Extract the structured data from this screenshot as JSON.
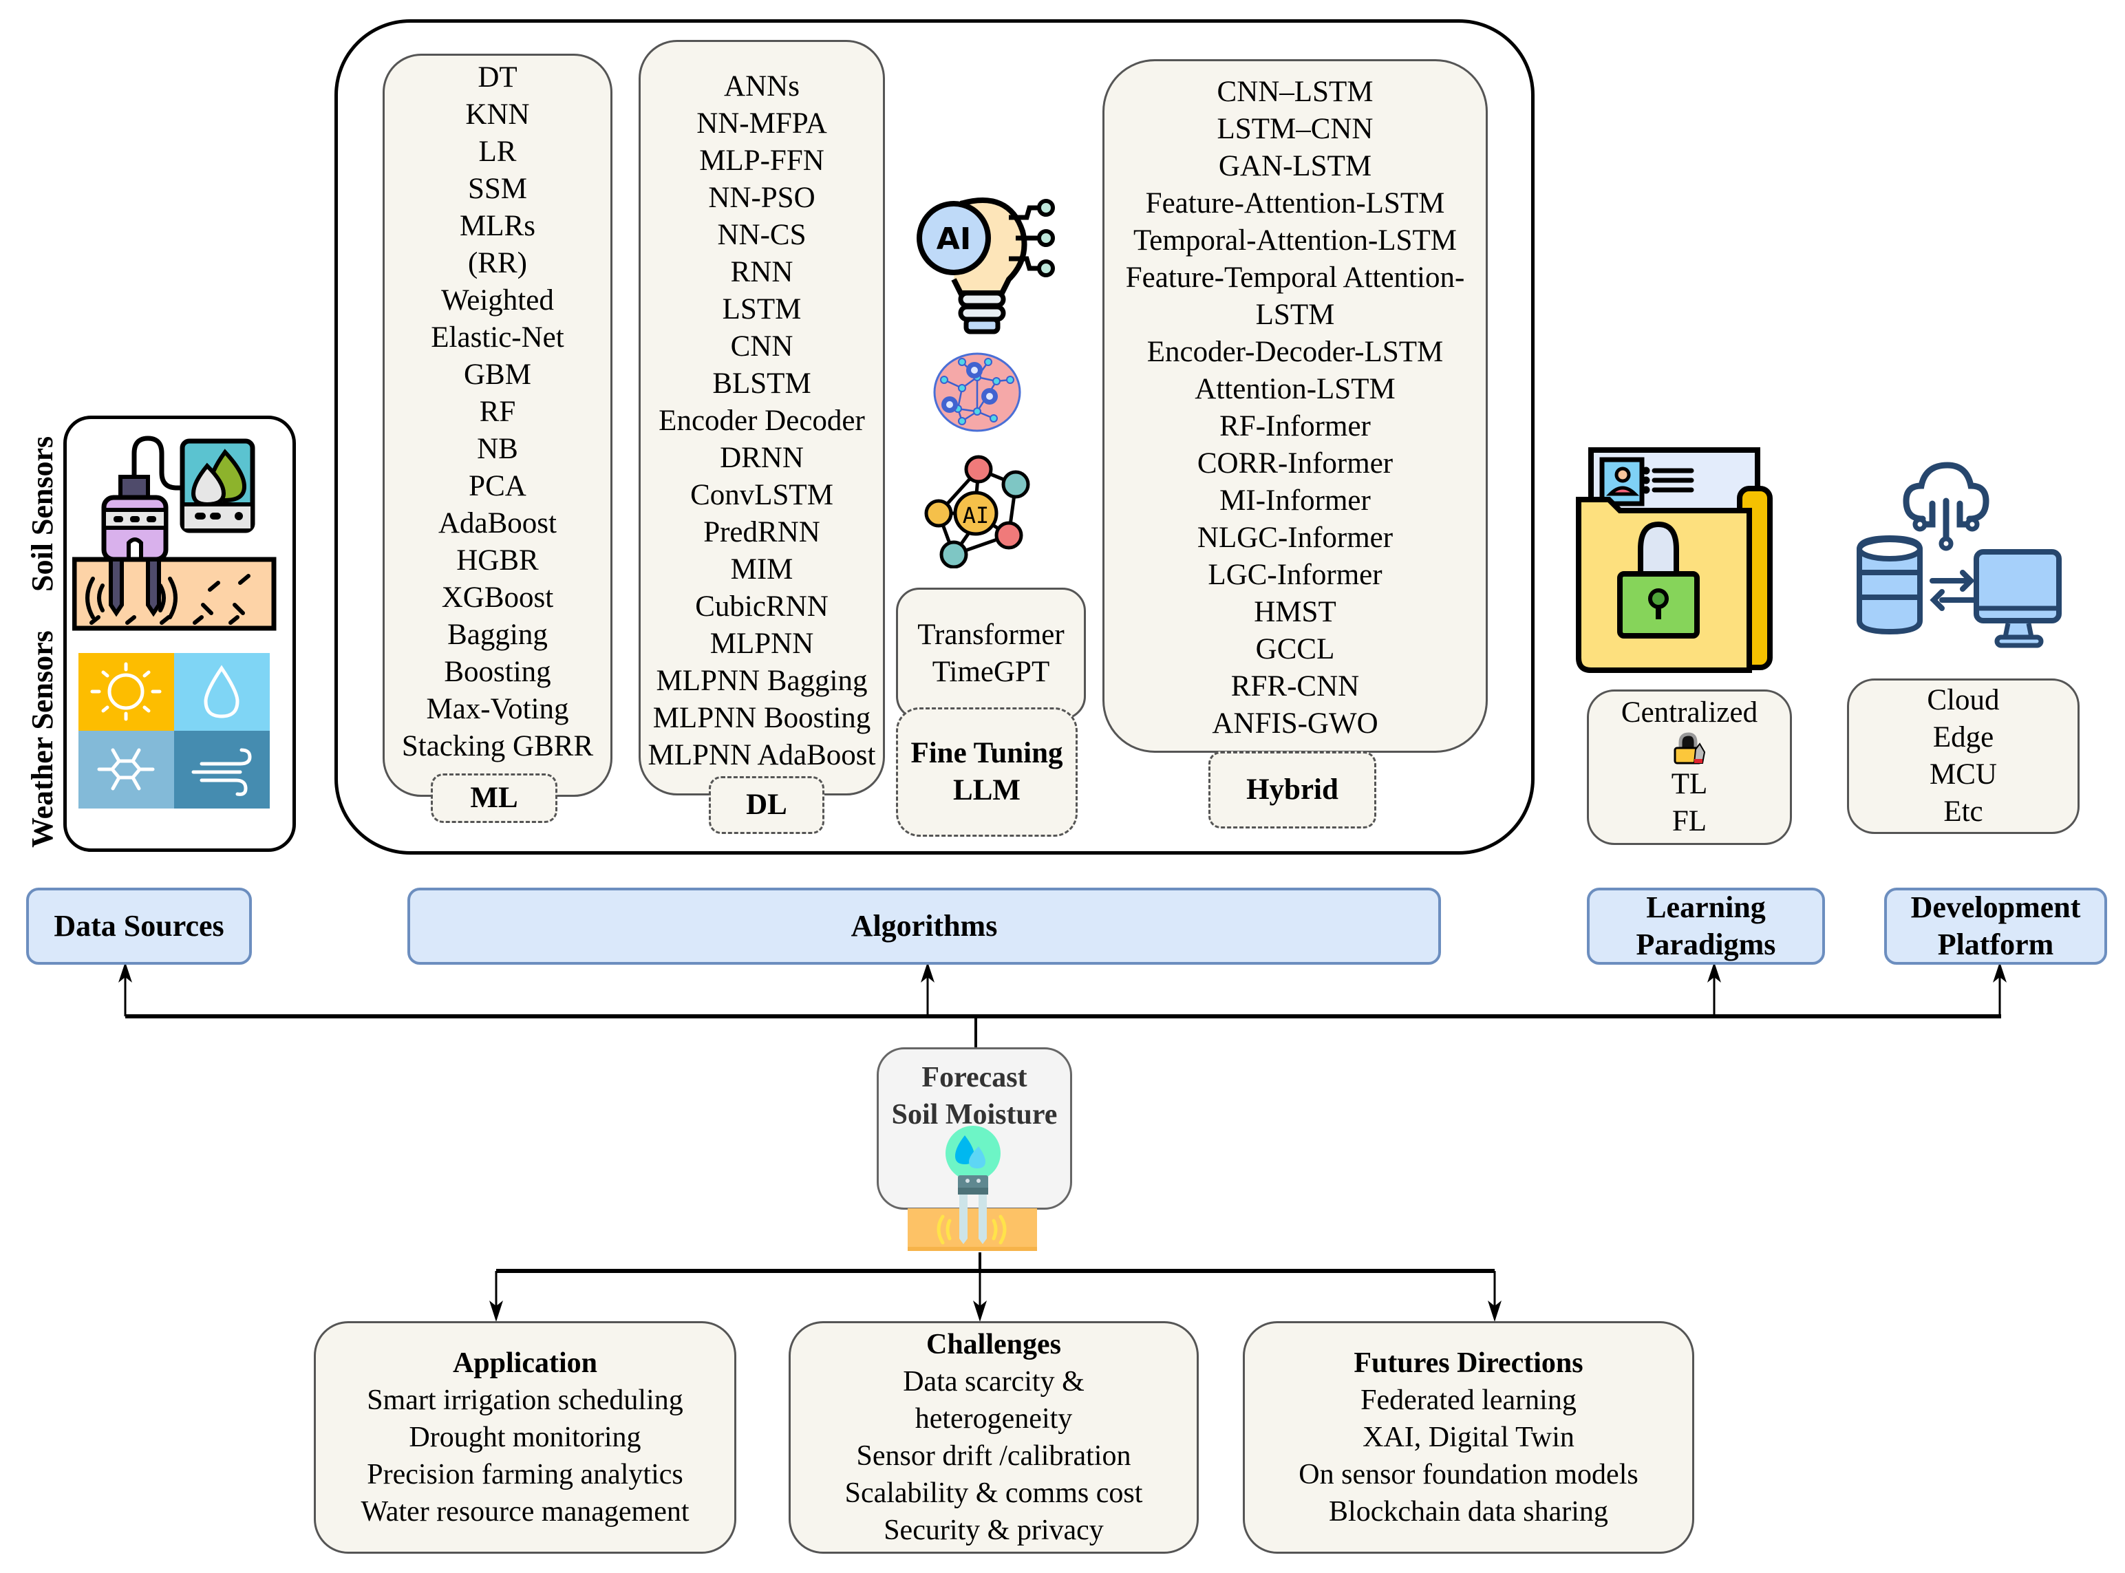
{
  "data_sources": {
    "label": "Data Sources",
    "soil_label": "Soil Sensors",
    "weather_label": "Weather Sensors",
    "weather_tile_colors": {
      "sun": "#fdbd00",
      "rain": "#7fd5f5",
      "snow": "#83bad8",
      "wind": "#458cb0"
    }
  },
  "algorithms": {
    "label": "Algorithms",
    "ml": {
      "tag": "ML",
      "items": [
        "DT",
        "KNN",
        "LR",
        "SSM",
        "MLRs",
        "(RR)",
        "Weighted",
        "Elastic-Net",
        "GBM",
        "RF",
        "NB",
        "PCA",
        "AdaBoost",
        "HGBR",
        "XGBoost",
        "Bagging",
        "Boosting",
        "Max-Voting",
        "Stacking  GBRR"
      ]
    },
    "dl": {
      "tag": "DL",
      "items": [
        "ANNs",
        "NN-MFPA",
        "MLP-FFN",
        "NN-PSO",
        "NN-CS",
        "RNN",
        "LSTM",
        "CNN",
        "BLSTM",
        "Encoder Decoder",
        "DRNN",
        "ConvLSTM",
        "PredRNN",
        "MIM",
        "CubicRNN",
        "MLPNN",
        "MLPNN Bagging",
        "MLPNN Boosting",
        "MLPNN AdaBoost"
      ]
    },
    "llm": {
      "tag_line1": "Fine Tuning",
      "tag_line2": "LLM",
      "items": [
        "Transformer",
        "TimeGPT"
      ],
      "icon_ai_gear": "AI",
      "icon_ai_network": "AI"
    },
    "hybrid": {
      "tag": "Hybrid",
      "items": [
        "CNN–LSTM",
        "LSTM–CNN",
        "GAN-LSTM",
        "Feature-Attention-LSTM",
        "Temporal-Attention-LSTM",
        "Feature-Temporal Attention-",
        "LSTM",
        "Encoder-Decoder-LSTM",
        "Attention-LSTM",
        "RF-Informer",
        "CORR-Informer",
        "MI-Informer",
        "NLGC-Informer",
        "LGC-Informer",
        "HMST",
        "GCCL",
        "RFR-CNN",
        "ANFIS-GWO"
      ]
    }
  },
  "learning_paradigms": {
    "label_line1": "Learning",
    "label_line2": "Paradigms",
    "items_top": [
      "Centralized"
    ],
    "items_bottom": [
      "TL",
      "FL"
    ]
  },
  "development_platform": {
    "label_line1": "Development",
    "label_line2": "Platform",
    "items": [
      "Cloud",
      "Edge",
      "MCU",
      "Etc"
    ]
  },
  "center": {
    "title_line1": "Forecast",
    "title_line2": "Soil Moisture"
  },
  "application": {
    "title": "Application",
    "items": [
      "Smart irrigation scheduling",
      "Drought monitoring",
      "Precision farming analytics",
      "Water resource management"
    ]
  },
  "challenges": {
    "title": "Challenges",
    "items": [
      "Data scarcity &",
      "heterogeneity",
      "Sensor drift /calibration",
      "Scalability & comms cost",
      "Security & privacy"
    ]
  },
  "future_directions": {
    "title": "Futures Directions",
    "items": [
      "Federated learning",
      "XAI, Digital Twin",
      "On sensor foundation models",
      "Blockchain data sharing"
    ]
  },
  "colors": {
    "section_fill": "#dae8fa",
    "section_border": "#6c8ebf",
    "list_fill": "#f7f5ee"
  }
}
